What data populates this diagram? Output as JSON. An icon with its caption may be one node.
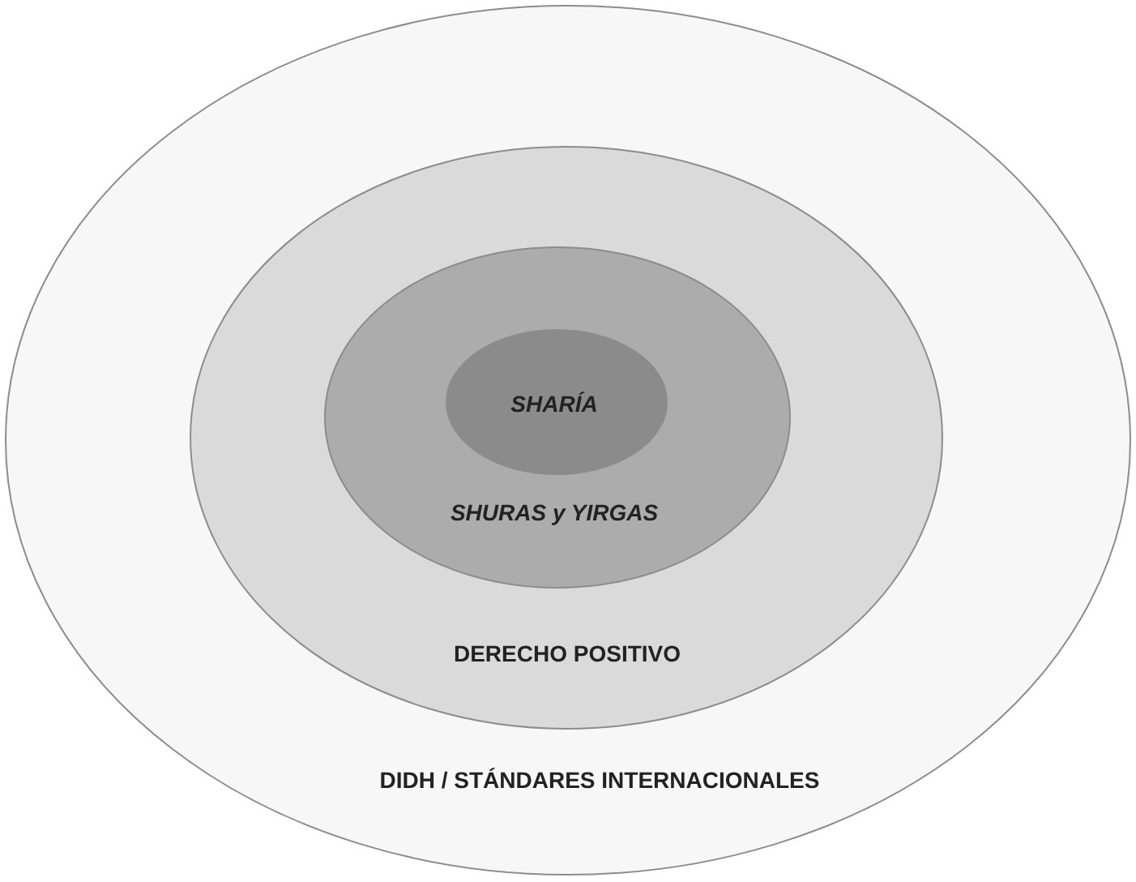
{
  "diagram": {
    "nodes": [
      {
        "text": [
          "DIDH / STÁNDARES INTERNACIONALES"
        ]
      },
      {
        "text": [
          "DERECHO POSITIVO"
        ],
        "in": 0
      },
      {
        "text": [
          "SHURAS y YIRGAS"
        ],
        "in": 1
      },
      {
        "text": [
          "SHARÍA"
        ],
        "in": 2
      }
    ]
  }
}
